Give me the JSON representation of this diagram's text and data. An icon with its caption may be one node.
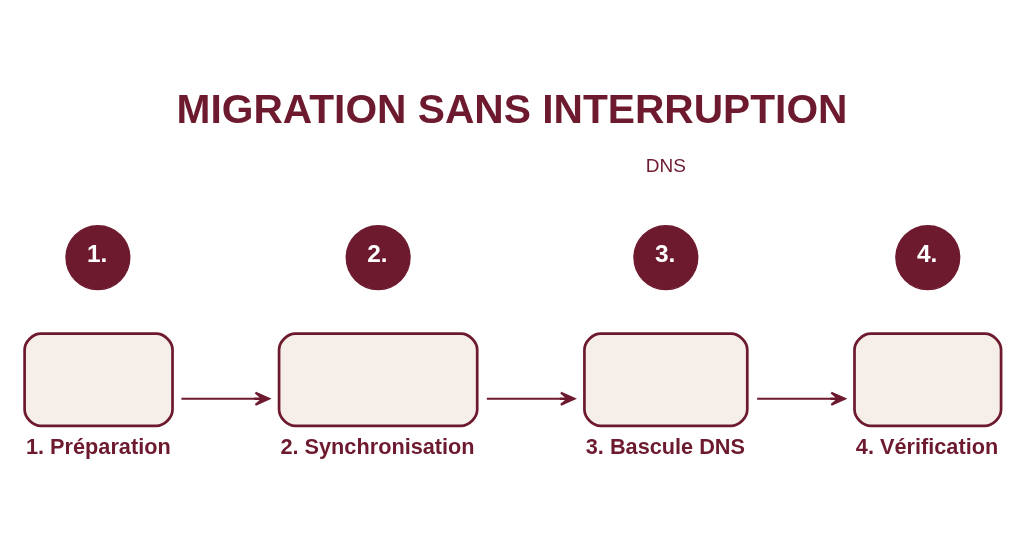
{
  "diagram": {
    "title": "MIGRATION SANS INTERRUPTION",
    "nodes": [
      {
        "text": [
          "1."
        ]
      },
      {
        "text": [],
        "shape": "box",
        "beside": [
          "1. Préparation"
        ]
      },
      {
        "text": [
          "2."
        ]
      },
      {
        "text": [],
        "shape": "box",
        "beside": [
          "2. Synchronisation"
        ]
      },
      {
        "text": [
          "3."
        ]
      },
      {
        "text": [],
        "shape": "box",
        "beside": [
          "3. Bascule DNS"
        ]
      },
      {
        "text": [
          "4."
        ]
      },
      {
        "text": [],
        "shape": "box",
        "beside": [
          "4. Vérification"
        ]
      }
    ],
    "edges": [
      {
        "from": 1,
        "to": 3,
        "arrow": "to"
      },
      {
        "from": 3,
        "to": 5,
        "arrow": "to"
      },
      {
        "from": 5,
        "to": 7,
        "arrow": "to"
      }
    ],
    "labels": [
      "DNS"
    ]
  }
}
